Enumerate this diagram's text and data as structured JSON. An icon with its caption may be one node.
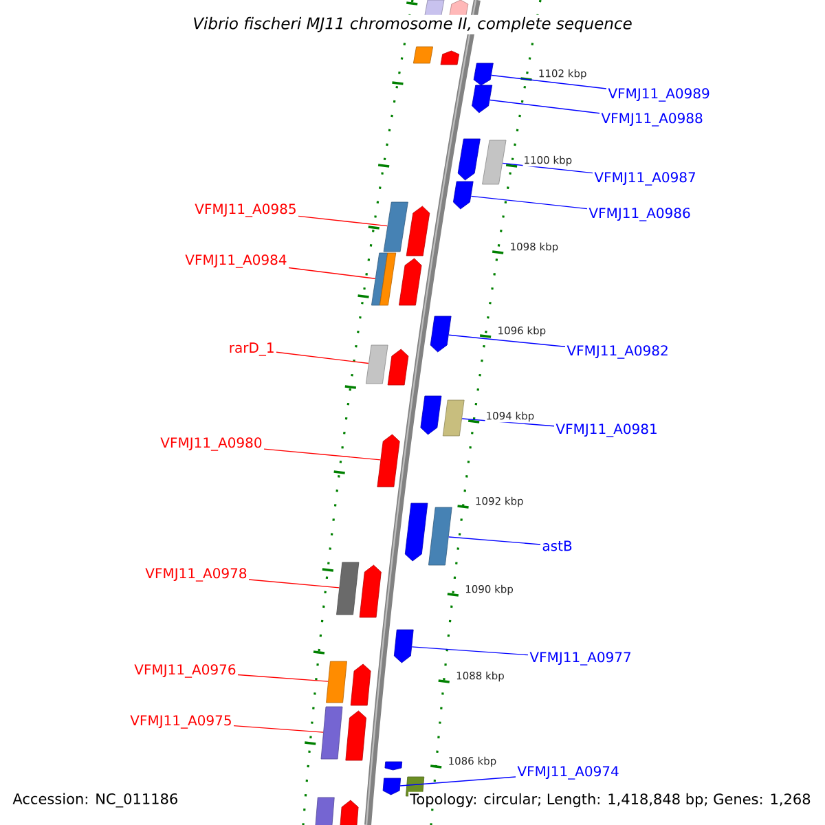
{
  "diagram": {
    "title": "Vibrio fischeri MJ11 chromosome II, complete sequence",
    "nodes": [
      {
        "text": [
          "VFMJ11_A0989"
        ]
      },
      {
        "text": [
          "VFMJ11_A0988"
        ]
      },
      {
        "text": [
          "VFMJ11_A0987"
        ]
      },
      {
        "text": [
          "VFMJ11_A0986"
        ]
      },
      {
        "text": [
          "VFMJ11_A0985"
        ]
      },
      {
        "text": [
          "VFMJ11_A0984"
        ]
      },
      {
        "text": [
          "rarD_1"
        ]
      },
      {
        "text": [
          "VFMJ11_A0982"
        ]
      },
      {
        "text": [
          "VFMJ11_A0981"
        ]
      },
      {
        "text": [
          "VFMJ11_A0980"
        ]
      },
      {
        "text": [
          "astB"
        ]
      },
      {
        "text": [
          "VFMJ11_A0978"
        ]
      },
      {
        "text": [
          "VFMJ11_A0977"
        ]
      },
      {
        "text": [
          "VFMJ11_A0976"
        ]
      },
      {
        "text": [
          "VFMJ11_A0975"
        ]
      },
      {
        "text": [
          "VFMJ11_A0974"
        ]
      },
      {
        "text": [],
        "shape": "box"
      },
      {
        "text": [],
        "shape": "arrow"
      },
      {
        "text": [],
        "shape": "box"
      },
      {
        "text": [],
        "shape": "arrow"
      },
      {
        "text": [],
        "shape": "arrow"
      },
      {
        "text": [],
        "shape": "arrow"
      },
      {
        "text": [],
        "shape": "arrow"
      },
      {
        "text": [],
        "shape": "box"
      },
      {
        "text": [],
        "shape": "arrow"
      },
      {
        "text": [],
        "shape": "box"
      },
      {
        "text": [],
        "shape": "arrow"
      },
      {
        "text": [],
        "shape": "box"
      },
      {
        "text": [],
        "shape": "box"
      },
      {
        "text": [],
        "shape": "arrow"
      },
      {
        "text": [],
        "shape": "arrow"
      },
      {
        "text": [],
        "shape": "box"
      },
      {
        "text": [],
        "shape": "arrow"
      },
      {
        "text": [],
        "shape": "arrow"
      },
      {
        "text": [],
        "shape": "box"
      },
      {
        "text": [],
        "shape": "arrow"
      },
      {
        "text": [],
        "shape": "arrow"
      },
      {
        "text": [],
        "shape": "box"
      },
      {
        "text": [],
        "shape": "box"
      },
      {
        "text": [],
        "shape": "arrow"
      },
      {
        "text": [],
        "shape": "arrow"
      },
      {
        "text": [],
        "shape": "box"
      },
      {
        "text": [],
        "shape": "arrow"
      },
      {
        "text": [],
        "shape": "box"
      },
      {
        "text": [],
        "shape": "arrow"
      },
      {
        "text": [],
        "shape": "arrow"
      },
      {
        "text": [],
        "shape": "arrow"
      },
      {
        "text": [],
        "shape": "box"
      },
      {
        "text": [],
        "shape": "box"
      },
      {
        "text": [],
        "shape": "arrow"
      }
    ],
    "edges": [
      {
        "from": 0,
        "to": 20,
        "arrow": "none",
        "color": "#0000ff"
      },
      {
        "from": 1,
        "to": 21,
        "arrow": "none",
        "color": "#0000ff"
      },
      {
        "from": 2,
        "to": 23,
        "arrow": "none",
        "color": "#0000ff"
      },
      {
        "from": 3,
        "to": 24,
        "arrow": "none",
        "color": "#0000ff"
      },
      {
        "from": 4,
        "to": 25,
        "arrow": "none",
        "color": "#ff0000"
      },
      {
        "from": 5,
        "to": 27,
        "arrow": "none",
        "color": "#ff0000"
      },
      {
        "from": 6,
        "to": 31,
        "arrow": "none",
        "color": "#ff0000"
      },
      {
        "from": 7,
        "to": 30,
        "arrow": "none",
        "color": "#0000ff"
      },
      {
        "from": 8,
        "to": 34,
        "arrow": "none",
        "color": "#0000ff"
      },
      {
        "from": 9,
        "to": 35,
        "arrow": "none",
        "color": "#ff0000"
      },
      {
        "from": 10,
        "to": 37,
        "arrow": "none",
        "color": "#0000ff"
      },
      {
        "from": 11,
        "to": 38,
        "arrow": "none",
        "color": "#ff0000"
      },
      {
        "from": 12,
        "to": 40,
        "arrow": "none",
        "color": "#0000ff"
      },
      {
        "from": 13,
        "to": 41,
        "arrow": "none",
        "color": "#ff0000"
      },
      {
        "from": 14,
        "to": 43,
        "arrow": "none",
        "color": "#ff0000"
      },
      {
        "from": 15,
        "to": 46,
        "arrow": "none",
        "color": "#0000ff"
      }
    ],
    "labels": [
      "1102 kbp",
      "1100 kbp",
      "1098 kbp",
      "1096 kbp",
      "1094 kbp",
      "1092 kbp",
      "1090 kbp",
      "1088 kbp",
      "1086 kbp",
      "Accession: NC_011186",
      "Topology: circular; Length: 1,418,848 bp; Genes: 1,268"
    ]
  }
}
